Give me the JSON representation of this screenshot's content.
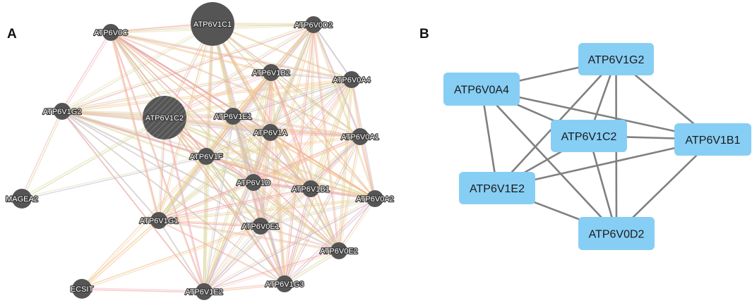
{
  "panels": {
    "a": {
      "letter": "A",
      "node_fill": "#555555",
      "edge_colors": [
        "#f0a0a8",
        "#f2c38a",
        "#d9d9a3",
        "#c7b7d6"
      ],
      "nodes": [
        {
          "id": "ATP6V1C1",
          "label": "ATP6V1C1"
        },
        {
          "id": "ATP6V0C",
          "label": "ATP6V0C"
        },
        {
          "id": "ATP6V0D2",
          "label": "ATP6V0D2"
        },
        {
          "id": "ATP6V1B2",
          "label": "ATP6V1B2"
        },
        {
          "id": "ATP6V0A4",
          "label": "ATP6V0A4"
        },
        {
          "id": "ATP6V1G2",
          "label": "ATP6V1G2"
        },
        {
          "id": "ATP6V1C2",
          "label": "ATP6V1C2"
        },
        {
          "id": "ATP6V1E1",
          "label": "ATP6V1E1"
        },
        {
          "id": "ATP6V1A",
          "label": "ATP6V1A"
        },
        {
          "id": "ATP6V0A1",
          "label": "ATP6V0A1"
        },
        {
          "id": "ATP6V1F",
          "label": "ATP6V1F"
        },
        {
          "id": "ATP6V1D",
          "label": "ATP6V1D"
        },
        {
          "id": "ATP6V1B1",
          "label": "ATP6V1B1"
        },
        {
          "id": "MAGEA2",
          "label": "MAGEA2"
        },
        {
          "id": "ATP6V0A2",
          "label": "ATP6V0A2"
        },
        {
          "id": "ATP6V1G1",
          "label": "ATP6V1G1"
        },
        {
          "id": "ATP6V0E1",
          "label": "ATP6V0E1"
        },
        {
          "id": "ATP6V0E2",
          "label": "ATP6V0E2"
        },
        {
          "id": "ECSIT",
          "label": "ECSIT"
        },
        {
          "id": "ATP6V1G3",
          "label": "ATP6V1G3"
        },
        {
          "id": "ATP6V1E2",
          "label": "ATP6V1E2"
        }
      ]
    },
    "b": {
      "letter": "B",
      "node_fill": "#87cef5",
      "edge_color": "#808080",
      "nodes": [
        {
          "id": "ATP6V1G2",
          "label": "ATP6V1G2"
        },
        {
          "id": "ATP6V0A4",
          "label": "ATP6V0A4"
        },
        {
          "id": "ATP6V1C2",
          "label": "ATP6V1C2"
        },
        {
          "id": "ATP6V1B1",
          "label": "ATP6V1B1"
        },
        {
          "id": "ATP6V1E2",
          "label": "ATP6V1E2"
        },
        {
          "id": "ATP6V0D2",
          "label": "ATP6V0D2"
        }
      ],
      "edges": [
        [
          "ATP6V1G2",
          "ATP6V0A4"
        ],
        [
          "ATP6V1G2",
          "ATP6V1C2"
        ],
        [
          "ATP6V1G2",
          "ATP6V1B1"
        ],
        [
          "ATP6V1G2",
          "ATP6V1E2"
        ],
        [
          "ATP6V1G2",
          "ATP6V0D2"
        ],
        [
          "ATP6V0A4",
          "ATP6V1C2"
        ],
        [
          "ATP6V0A4",
          "ATP6V1B1"
        ],
        [
          "ATP6V0A4",
          "ATP6V1E2"
        ],
        [
          "ATP6V0A4",
          "ATP6V0D2"
        ],
        [
          "ATP6V1C2",
          "ATP6V1B1"
        ],
        [
          "ATP6V1C2",
          "ATP6V1E2"
        ],
        [
          "ATP6V1C2",
          "ATP6V0D2"
        ],
        [
          "ATP6V1B1",
          "ATP6V1E2"
        ],
        [
          "ATP6V1B1",
          "ATP6V0D2"
        ],
        [
          "ATP6V1E2",
          "ATP6V0D2"
        ]
      ]
    }
  }
}
